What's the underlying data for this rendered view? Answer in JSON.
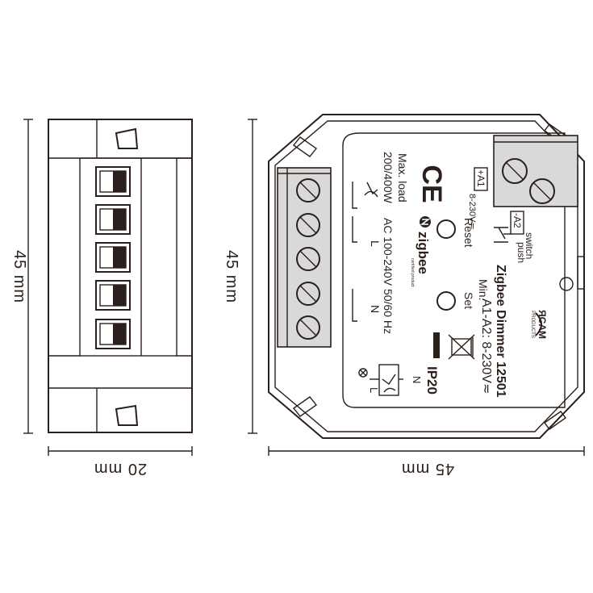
{
  "dimensions": {
    "side_height": "45 mm",
    "side_width": "20 mm",
    "front_height": "45 mm",
    "front_width": "45 mm"
  },
  "label": {
    "max_load_1": "Max. load",
    "max_load_2": "200/400W",
    "supply": "AC 100-240V 50/60 Hz",
    "ce": "CE",
    "zigbee": "zigbee",
    "zigbee_cert": "certified product",
    "reset": "Reset",
    "min_set_1": "Min.",
    "min_set_2": "Set",
    "product": "Zigbee Dimmer 12501",
    "inputs": "A1-A2: 8-230V≂",
    "ip": "IP20",
    "push_1": "push",
    "push_2": "switch",
    "a1": "+A1",
    "a2": "-A2",
    "voltage": "8-230V≂",
    "l": "L",
    "n": "N",
    "n2": "N",
    "l2": "L",
    "brand": "ЯCAM",
    "brand_sub": "PRODUCTS"
  }
}
